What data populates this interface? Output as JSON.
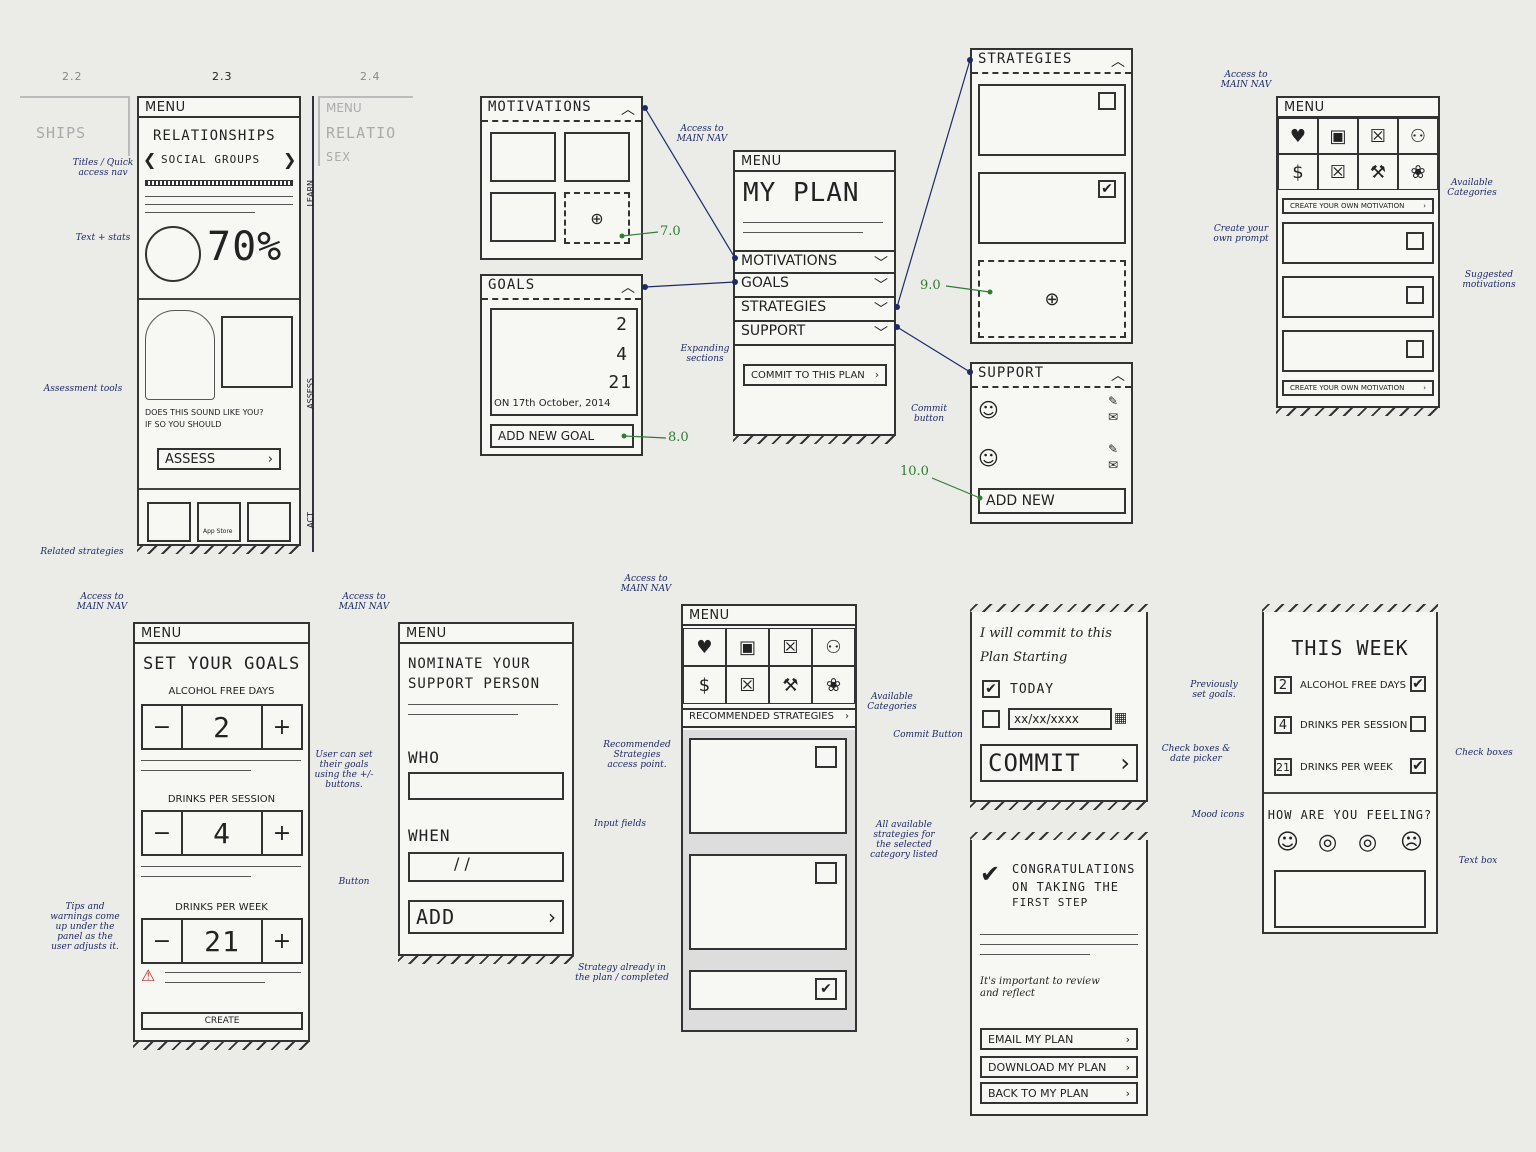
{
  "screen_labels": {
    "s22": "2.2",
    "s23": "2.3",
    "s24": "2.4"
  },
  "rel": {
    "menu": "MENU",
    "title": "RELATIONSHIPS",
    "subtitle": "SOCIAL GROUPS",
    "percent": "70%",
    "question1": "DOES THIS SOUND LIKE YOU?",
    "question2": "IF SO YOU SHOULD",
    "assess": "ASSESS",
    "side_learn": "LEARN",
    "side_assess": "ASSESS",
    "side_act": "ACT",
    "ghost_left": "SHIPS",
    "ghost_right": "RELATIO",
    "ghost_menu": "MENU",
    "ghost_sex": "SEX",
    "app_store": "App Store"
  },
  "notes": {
    "titles": "Titles / Quick access nav",
    "text_stats": "Text + stats",
    "assessment": "Assessment tools",
    "related": "Related strategies",
    "access1": "Access to MAIN NAV",
    "expanding": "Expanding sections",
    "commit_btn": "Commit button",
    "access2": "Access to MAIN NAV",
    "avail_cat": "Available Categories",
    "create_prompt": "Create your own prompt",
    "suggested": "Suggested motivations",
    "access3": "Access to MAIN NAV",
    "user_set": "User can set their goals using the +/- buttons.",
    "tips": "Tips and warnings come up under the panel as the user adjusts it.",
    "access4": "Access to MAIN NAV",
    "input_fields": "Input fields",
    "button": "Button",
    "access5": "Access to MAIN NAV",
    "rec_access": "Recommended Strategies access point.",
    "avail_cat2": "Available Categories",
    "all_strat": "All available strategies for the selected category listed",
    "strat_done": "Strategy already in the plan / completed",
    "commit_button": "Commit Button",
    "checkboxes_date": "Check boxes & date picker",
    "prev_goals": "Previously set goals.",
    "mood": "Mood icons",
    "checkboxes": "Check boxes",
    "textbox": "Text box"
  },
  "numbers": {
    "n7": "7.0",
    "n8": "8.0",
    "n9": "9.0",
    "n10": "10.0"
  },
  "motivations": {
    "title": "MOTIVATIONS"
  },
  "goals": {
    "title": "GOALS",
    "v1": "2",
    "v2": "4",
    "v3": "21",
    "date": "ON 17th October, 2014",
    "add": "ADD NEW GOAL"
  },
  "plan": {
    "menu": "MENU",
    "title": "MY PLAN",
    "s1": "MOTIVATIONS",
    "s2": "GOALS",
    "s3": "STRATEGIES",
    "s4": "SUPPORT",
    "commit": "COMMIT TO THIS PLAN"
  },
  "strategies": {
    "title": "STRATEGIES"
  },
  "support": {
    "title": "SUPPORT",
    "add": "ADD NEW"
  },
  "motnav": {
    "menu": "MENU",
    "create1": "CREATE YOUR OWN MOTIVATION",
    "create2": "CREATE YOUR OWN MOTIVATION"
  },
  "setgoals": {
    "menu": "MENU",
    "title": "SET YOUR GOALS",
    "l1": "ALCOHOL FREE DAYS",
    "v1": "2",
    "l2": "DRINKS PER SESSION",
    "v2": "4",
    "l3": "DRINKS PER WEEK",
    "v3": "21",
    "minus": "−",
    "plus": "+",
    "create": "CREATE"
  },
  "nominate": {
    "menu": "MENU",
    "title1": "NOMINATE YOUR",
    "title2": "SUPPORT PERSON",
    "who": "WHO",
    "when": "WHEN",
    "date_placeholder": "/     /",
    "add": "ADD"
  },
  "recnav": {
    "menu": "MENU",
    "rec": "RECOMMENDED STRATEGIES"
  },
  "commit": {
    "l1": "I will commit to this",
    "l2": "Plan Starting",
    "today": "TODAY",
    "date": "xx/xx/xxxx",
    "btn": "COMMIT"
  },
  "congrats": {
    "l1": "CONGRATULATIONS",
    "l2": "ON TAKING THE",
    "l3": "FIRST STEP",
    "review1": "It's important to review",
    "review2": "and reflect",
    "b1": "EMAIL MY PLAN",
    "b2": "DOWNLOAD MY PLAN",
    "b3": "BACK TO MY PLAN"
  },
  "week": {
    "title": "THIS WEEK",
    "r1n": "2",
    "r1": "ALCOHOL FREE DAYS",
    "r2n": "4",
    "r2": "DRINKS PER SESSION",
    "r3n": "21",
    "r3": "DRINKS PER WEEK",
    "feel": "HOW ARE YOU FEELING?"
  },
  "colors": {
    "ink": "#333333",
    "annotation": "#1e2a66",
    "marker": "#2e7d32",
    "paper": "#ebebe8"
  },
  "icons": [
    "heart-icon",
    "briefcase-icon",
    "box-icon",
    "people-icon",
    "dollar-icon",
    "box-icon",
    "dumbbell-icon",
    "brain-icon"
  ]
}
